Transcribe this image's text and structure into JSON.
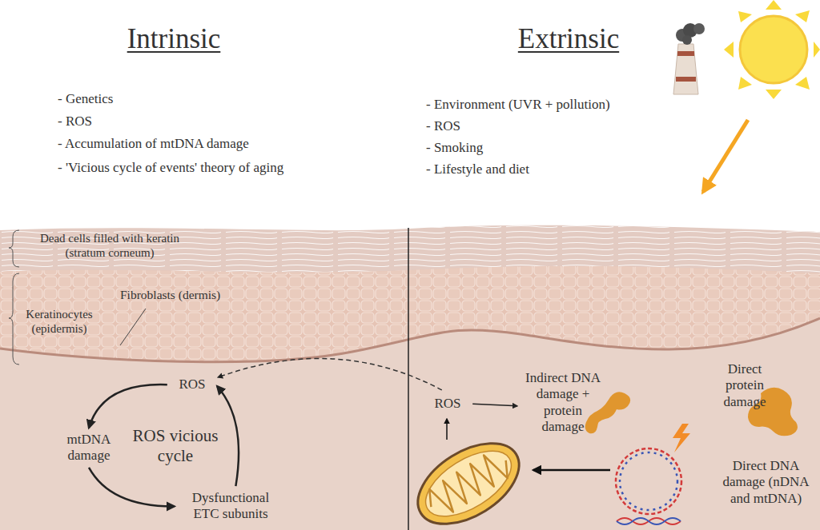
{
  "diagram": {
    "nodes": [
      {
        "text": [
          "ROS"
        ]
      },
      {
        "text": [
          "mtDNA damage"
        ]
      },
      {
        "text": [
          "Dysfunctional ETC subunits"
        ]
      },
      {
        "text": [
          "ROS"
        ]
      },
      {
        "text": [
          "Indirect DNA damage + protein damage"
        ]
      }
    ],
    "edges": [
      {
        "from": 0,
        "to": 1,
        "arrow": "to"
      },
      {
        "from": 1,
        "to": 2,
        "arrow": "to"
      },
      {
        "from": 2,
        "to": 0,
        "arrow": "to"
      },
      {
        "from": 3,
        "to": 0,
        "arrow": "to"
      },
      {
        "from": 3,
        "to": 4,
        "arrow": "to"
      }
    ],
    "labels": [
      "Intrinsic",
      "- Genetics",
      "- ROS",
      "- Accumulation of mtDNA damage",
      "- 'Vicious cycle of events' theory of aging",
      "Extrinsic",
      "- Environment (UVR + pollution)",
      "- ROS",
      "- Smoking",
      "- Lifestyle and diet",
      "Dead cells filled with keratin (stratum corneum)",
      "Keratinocytes (epidermis)",
      "Fibroblasts (dermis)",
      "ROS vicious cycle",
      "Direct protein damage",
      "Direct DNA damage (nDNA and mtDNA)"
    ]
  }
}
